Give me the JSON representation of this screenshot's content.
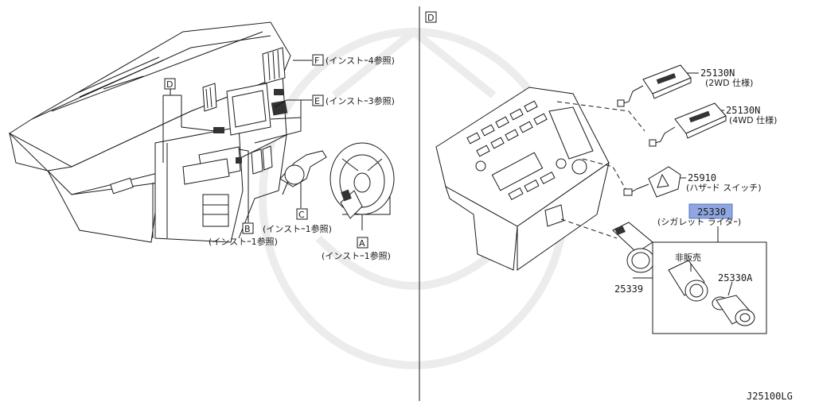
{
  "left_panel": {
    "callout_D": "D",
    "callout_F": "F",
    "callout_F_ref": "(インストｰ4参照)",
    "callout_E": "E",
    "callout_E_ref": "(インストｰ3参照)",
    "callout_C": "C",
    "callout_C_ref": "(インストｰ1参照)",
    "callout_B": "B",
    "callout_B_ref": "(インストｰ1参照)",
    "callout_A": "A",
    "callout_A_ref": "(インストｰ1参照)"
  },
  "right_panel": {
    "section_label": "D",
    "parts": [
      {
        "number": "25130N",
        "note": "(2WD 仕様)"
      },
      {
        "number": "25130N",
        "note": "(4WD 仕様)"
      },
      {
        "number": "25910",
        "note": "(ハザｰド スイッチ)"
      },
      {
        "number": "25330",
        "note": "(シガレット ライタｰ)"
      },
      {
        "number": "25339",
        "note": ""
      },
      {
        "number": "25330A",
        "note": ""
      }
    ],
    "not_for_sale": "非販売"
  },
  "diagram_code": "J25100LG",
  "colors": {
    "line": "#1a1a1a",
    "highlight": "#8fa6e0"
  }
}
